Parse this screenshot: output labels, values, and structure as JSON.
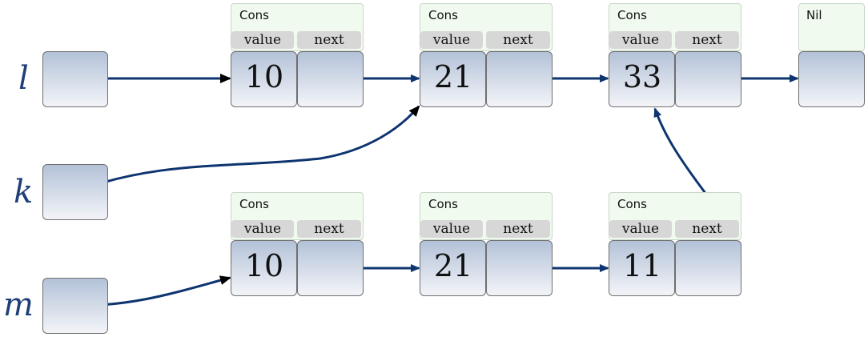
{
  "variables": {
    "l": "l",
    "k": "k",
    "m": "m"
  },
  "top_list": [
    {
      "type": "Cons",
      "value_label": "value",
      "next_label": "next",
      "value": "10"
    },
    {
      "type": "Cons",
      "value_label": "value",
      "next_label": "next",
      "value": "21"
    },
    {
      "type": "Cons",
      "value_label": "value",
      "next_label": "next",
      "value": "33"
    },
    {
      "type": "Nil"
    }
  ],
  "bottom_list": [
    {
      "type": "Cons",
      "value_label": "value",
      "next_label": "next",
      "value": "10"
    },
    {
      "type": "Cons",
      "value_label": "value",
      "next_label": "next",
      "value": "21"
    },
    {
      "type": "Cons",
      "value_label": "value",
      "next_label": "next",
      "value": "11"
    }
  ],
  "colors": {
    "arrow": "#0e3570",
    "arrow_black": "#000000",
    "node_background": "#f0faee"
  }
}
